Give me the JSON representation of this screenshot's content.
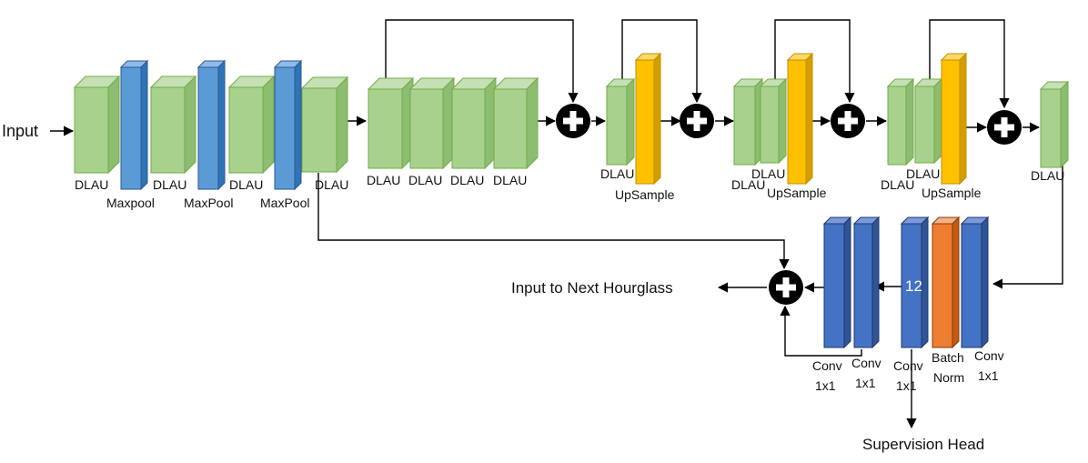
{
  "colors": {
    "dlau_front": "#a9d18e",
    "dlau_top": "#c5e0b4",
    "dlau_side": "#8cbd70",
    "dlau_edge": "#70ad47",
    "pool_front": "#5b9bd5",
    "pool_top": "#8fbce6",
    "pool_side": "#2e75b6",
    "pool_edge": "#2f5597",
    "up_front": "#ffc000",
    "up_top": "#ffd966",
    "up_side": "#d39e00",
    "up_edge": "#bf9000",
    "conv_front": "#4472c4",
    "conv_top": "#7a9ae0",
    "conv_side": "#2f5597",
    "conv_edge": "#203864",
    "bn_front": "#ed7d31",
    "bn_top": "#f4b183",
    "bn_side": "#c55a11",
    "bn_edge": "#843c0c",
    "line": "#000000"
  },
  "labels": {
    "input": "Input",
    "dlau": "DLAU",
    "maxpool_lower": "Maxpool",
    "maxpool": "MaxPool",
    "upsample": "UpSample",
    "conv": "Conv",
    "size_1x1": "1x1",
    "batch": "Batch",
    "norm": "Norm",
    "channels": "12",
    "next_hourglass": "Input to Next Hourglass",
    "supervision_head": "Supervision Head"
  }
}
